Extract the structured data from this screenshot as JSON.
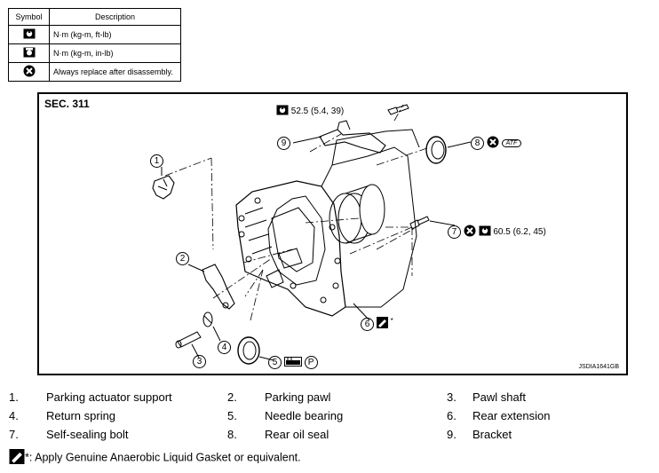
{
  "legend": {
    "headers": {
      "symbol": "Symbol",
      "description": "Description"
    },
    "rows": [
      {
        "icon": "torque-wrench-icon",
        "text": "N·m (kg-m, ft-lb)"
      },
      {
        "icon": "torque-wrench-inlb-icon",
        "text": "N·m (kg-m, in-lb)"
      },
      {
        "icon": "replace-x-icon",
        "text": "Always replace after disassembly."
      }
    ]
  },
  "diagram": {
    "section": "SEC. 311",
    "figure_id": "JSDIA1641GB",
    "callouts": {
      "c1": "1",
      "c2": "2",
      "c3": "3",
      "c4": "4",
      "c5": "5",
      "c6": "6",
      "c7": "7",
      "c8": "8",
      "c9": "9",
      "torque9": "52.5 (5.4, 39)",
      "torque7": "60.5 (6.2, 45)",
      "atf": "ATF",
      "p": "P",
      "star": "*"
    }
  },
  "parts": [
    {
      "num": "1.",
      "label": "Parking actuator support"
    },
    {
      "num": "2.",
      "label": "Parking pawl"
    },
    {
      "num": "3.",
      "label": "Pawl shaft"
    },
    {
      "num": "4.",
      "label": "Return spring"
    },
    {
      "num": "5.",
      "label": "Needle bearing"
    },
    {
      "num": "6.",
      "label": "Rear extension"
    },
    {
      "num": "7.",
      "label": "Self-sealing bolt"
    },
    {
      "num": "8.",
      "label": "Rear oil seal"
    },
    {
      "num": "9.",
      "label": "Bracket"
    }
  ],
  "note": {
    "text": "*: Apply Genuine Anaerobic Liquid Gasket or equivalent."
  }
}
